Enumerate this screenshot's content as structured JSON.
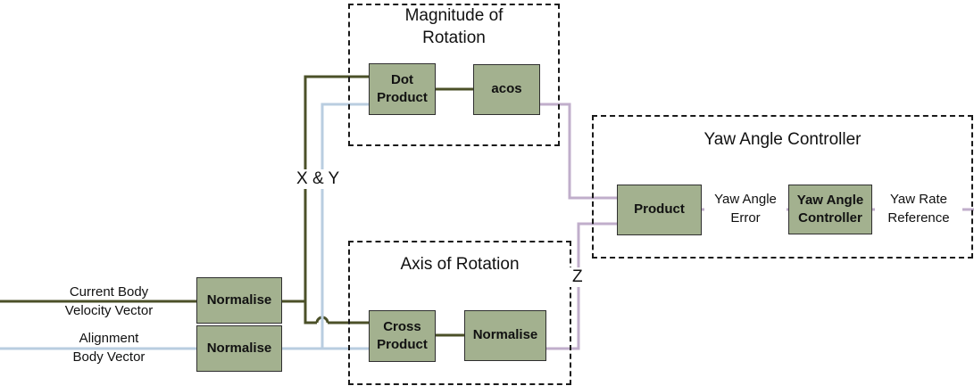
{
  "groups": {
    "magnitude": "Magnitude of\nRotation",
    "axis": "Axis of Rotation",
    "yaw": "Yaw Angle Controller"
  },
  "blocks": {
    "normalise_velocity": "Normalise",
    "normalise_alignment": "Normalise",
    "dot_product": "Dot\nProduct",
    "acos": "acos",
    "cross_product": "Cross\nProduct",
    "normalise_axis": "Normalise",
    "product": "Product",
    "yaw_angle_controller": "Yaw Angle\nController"
  },
  "inputs": {
    "current_body_velocity": "Current Body\nVelocity Vector",
    "alignment_body_vector": "Alignment\nBody Vector"
  },
  "signals": {
    "xy": "X & Y",
    "z": "Z",
    "yaw_angle_error": "Yaw Angle\nError",
    "yaw_rate_reference": "Yaw Rate\nReference"
  },
  "colors": {
    "block_fill": "#a3b18f",
    "velocity_wire": "#4b5028",
    "alignment_wire": "#b9cde0",
    "output_wire": "#c0aecb"
  }
}
